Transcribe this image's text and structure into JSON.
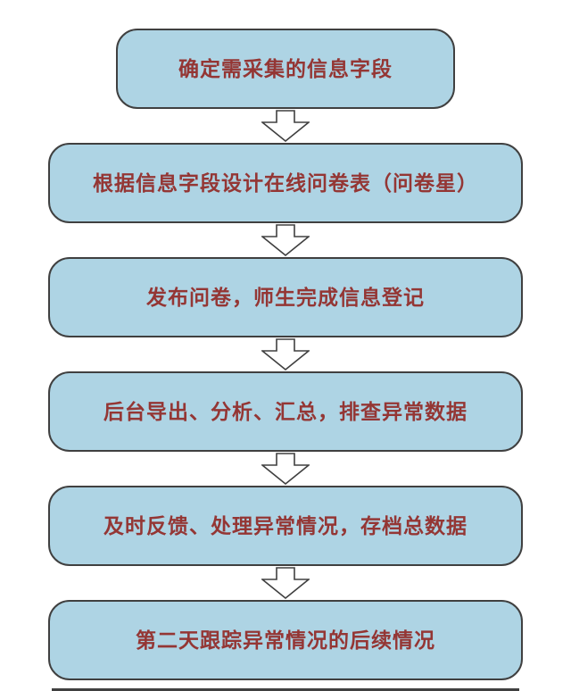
{
  "diagram": {
    "type": "flowchart",
    "direction": "top-to-bottom",
    "steps": [
      {
        "label": "确定需采集的信息字段"
      },
      {
        "label": "根据信息字段设计在线问卷表（问卷星）"
      },
      {
        "label": "发布问卷，师生完成信息登记"
      },
      {
        "label": "后台导出、分析、汇总，排查异常数据"
      },
      {
        "label": "及时反馈、处理异常情况，存档总数据"
      },
      {
        "label": "第二天跟踪异常情况的后续情况"
      }
    ],
    "connector": "hollow-down-arrow",
    "colors": {
      "box_fill": "#aed4e4",
      "box_border": "#404040",
      "text": "#943634",
      "arrow_fill": "#ffffff",
      "arrow_border": "#404040",
      "background": "#ffffff"
    }
  }
}
